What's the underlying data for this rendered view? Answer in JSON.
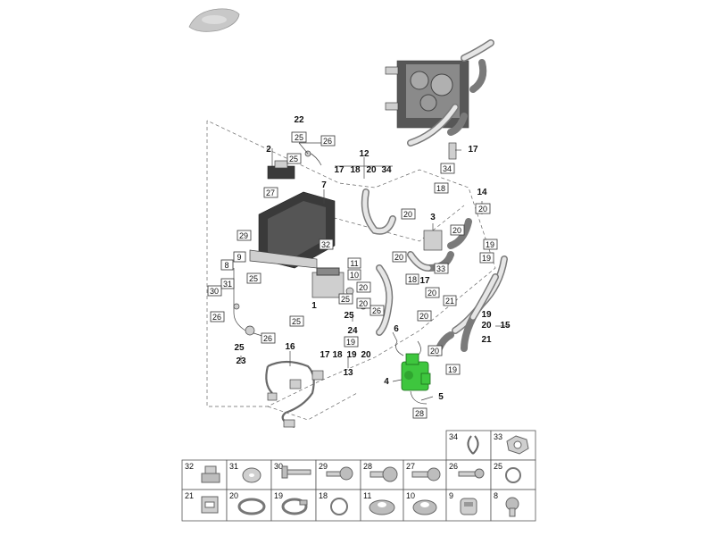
{
  "top_labels": {
    "n22": "22",
    "n25a": "25",
    "n26a": "26",
    "n2": "2",
    "n25b": "25",
    "n27": "27",
    "n12": "12",
    "n17a": "17",
    "n18a": "18",
    "n20a": "20",
    "n34a": "34",
    "n17b": "17",
    "n34b": "34",
    "n18b": "18",
    "n7": "7",
    "n14": "14",
    "n20b": "20",
    "n3": "3",
    "n20c": "20",
    "n20d": "20",
    "n19a": "19",
    "n19b": "19",
    "n29": "29",
    "n32": "32",
    "n9": "9",
    "n8": "8",
    "n31": "31",
    "n30": "30",
    "n25c": "25",
    "n11": "11",
    "n10": "10",
    "n20e": "20",
    "n25d": "25",
    "n1": "1",
    "n26b": "26",
    "n20f": "20",
    "n18c": "18",
    "n17c": "17",
    "n33": "33",
    "n20g": "20",
    "n21": "21",
    "n20h": "20",
    "n26c": "26",
    "n25e": "25",
    "n25f": "25",
    "n24": "24",
    "n20i": "20",
    "n26d": "26",
    "n19c": "19",
    "n20j": "20",
    "n15": "15",
    "n21b": "21",
    "n25g": "25",
    "n23": "23",
    "n16": "16",
    "n6": "6",
    "n19d": "19",
    "n20k": "20",
    "n17d": "17",
    "n18d": "18",
    "n19e": "19",
    "n20l": "20",
    "n13": "13",
    "n4": "4",
    "n5": "5",
    "n28": "28",
    "n19f": "19",
    "n20m": "20"
  },
  "parts_table": {
    "row1": [
      "34",
      "33"
    ],
    "row2": [
      "32",
      "31",
      "30",
      "29",
      "28",
      "27",
      "26",
      "25"
    ],
    "row3": [
      "21",
      "20",
      "19",
      "18",
      "11",
      "10",
      "9",
      "8"
    ]
  }
}
